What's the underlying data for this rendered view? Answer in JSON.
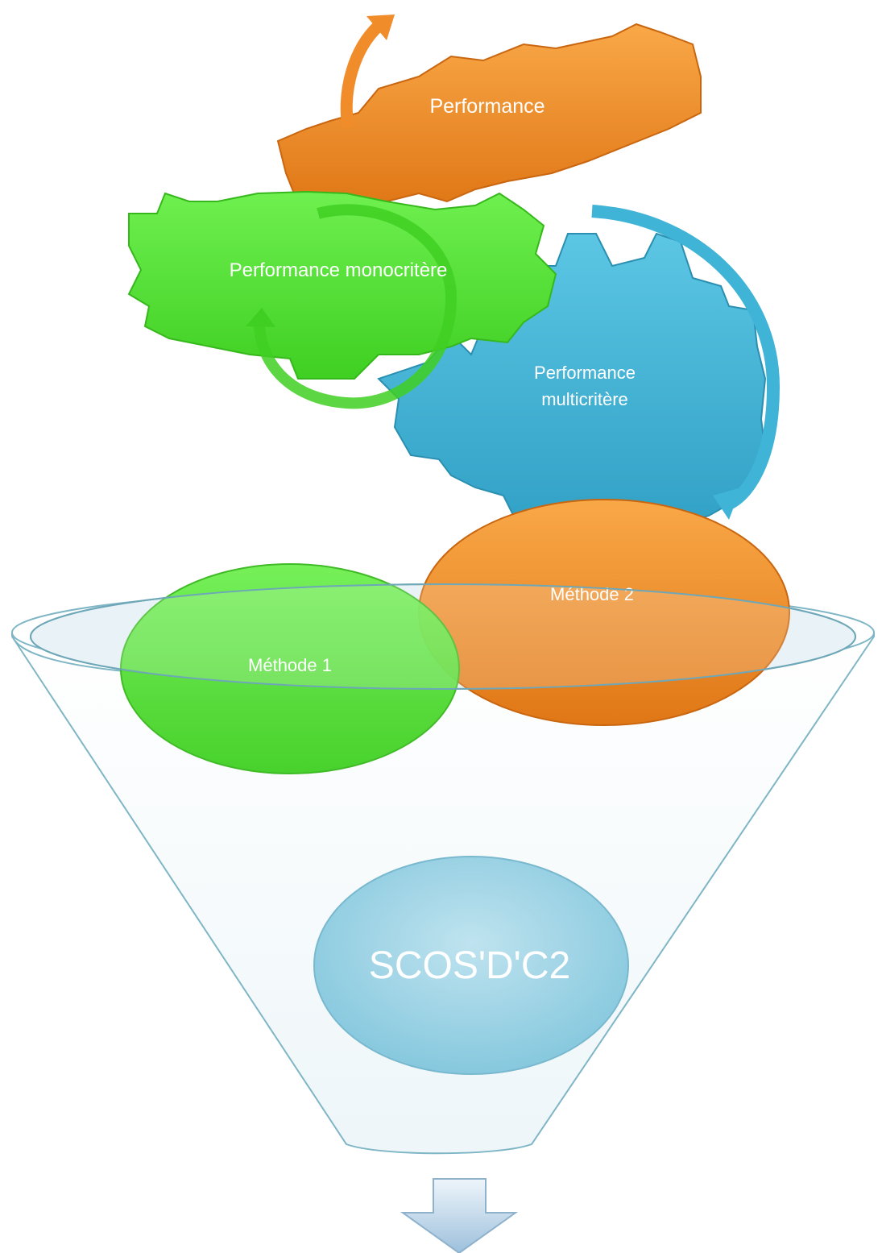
{
  "gears_diagram": {
    "nodes": [
      {
        "id": "performance",
        "label": "Performance"
      },
      {
        "id": "monocritere",
        "label": "Performance monocritère"
      },
      {
        "id": "multicritere",
        "label_line1": "Performance",
        "label_line2": "multicritère"
      }
    ]
  },
  "funnel_diagram": {
    "method1": "Méthode 1",
    "method2": "Méthode 2",
    "result": "SCOS'D'C2"
  },
  "colors": {
    "orange": "#f08c2a",
    "green": "#52e032",
    "blue": "#3fb4d6",
    "light_blue": "#a8d8e8",
    "funnel_stroke": "#7fb6c6"
  }
}
